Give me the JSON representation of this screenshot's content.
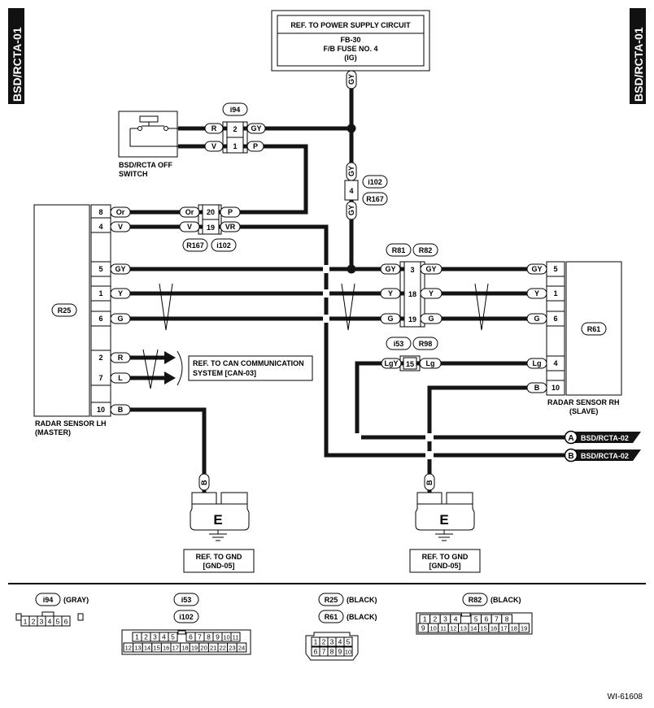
{
  "page_tags": {
    "left": "BSD/RCTA-01",
    "right": "BSD/RCTA-01"
  },
  "power_box": {
    "title": "REF. TO POWER SUPPLY CIRCUIT",
    "line1": "FB-30",
    "line2": "F/B FUSE NO. 4",
    "line3": "(IG)"
  },
  "switch": {
    "line1": "BSD/RCTA OFF",
    "line2": "SWITCH"
  },
  "radar_lh": {
    "id": "R25",
    "line1": "RADAR SENSOR LH",
    "line2": "(MASTER)"
  },
  "radar_rh": {
    "id": "R61",
    "line1": "RADAR SENSOR RH",
    "line2": "(SLAVE)"
  },
  "can_ref": {
    "line1": "REF. TO CAN COMMUNICATION",
    "line2": "SYSTEM [CAN-03]"
  },
  "gnd_refs": {
    "line1": "REF. TO GND",
    "line2": "[GND-05]"
  },
  "ground_symbol": "E",
  "offpage": [
    {
      "letter": "A",
      "label": "BSD/RCTA-02"
    },
    {
      "letter": "B",
      "label": "BSD/RCTA-02"
    }
  ],
  "connector_ids": {
    "i94": "i94",
    "i102": "i102",
    "R167": "R167",
    "R81": "R81",
    "R82": "R82",
    "i53": "i53",
    "R98": "R98"
  },
  "wire_colors": {
    "GY": "GY",
    "R": "R",
    "V": "V",
    "P": "P",
    "Or": "Or",
    "VR": "VR",
    "Y": "Y",
    "G": "G",
    "L": "L",
    "B": "B",
    "Lg": "Lg",
    "LgY": "LgY"
  },
  "pins_lh": [
    "8",
    "4",
    "5",
    "1",
    "6",
    "2",
    "7",
    "10"
  ],
  "pins_rh": [
    "5",
    "1",
    "6",
    "4",
    "10"
  ],
  "pins_i94": [
    "2",
    "1"
  ],
  "pins_r167": [
    "20",
    "19"
  ],
  "pins_r82": [
    "3",
    "18",
    "19"
  ],
  "pin_i102": "4",
  "pin_i53": "15",
  "legend": {
    "i94": {
      "id": "i94",
      "color": "(GRAY)",
      "row": [
        "1",
        "2",
        "3",
        "4",
        "5",
        "6"
      ]
    },
    "i53": {
      "id": "i53",
      "id2": "i102",
      "row1": [
        "1",
        "2",
        "3",
        "4",
        "5",
        "",
        "6",
        "7",
        "8",
        "9",
        "10",
        "11"
      ],
      "row2": [
        "12",
        "13",
        "14",
        "15",
        "16",
        "17",
        "18",
        "19",
        "20",
        "21",
        "22",
        "23",
        "24"
      ]
    },
    "r25": {
      "id": "R25",
      "color": "(BLACK)",
      "id2": "R61",
      "color2": "(BLACK)",
      "row1": [
        "1",
        "2",
        "3",
        "4",
        "5"
      ],
      "row2": [
        "6",
        "7",
        "8",
        "9",
        "10"
      ]
    },
    "r82": {
      "id": "R82",
      "color": "(BLACK)",
      "row1": [
        "1",
        "2",
        "3",
        "4",
        "",
        "5",
        "6",
        "7",
        "8"
      ],
      "row2": [
        "9",
        "10",
        "11",
        "12",
        "13",
        "14",
        "15",
        "16",
        "17",
        "18",
        "19"
      ]
    }
  },
  "code": "WI-61608"
}
